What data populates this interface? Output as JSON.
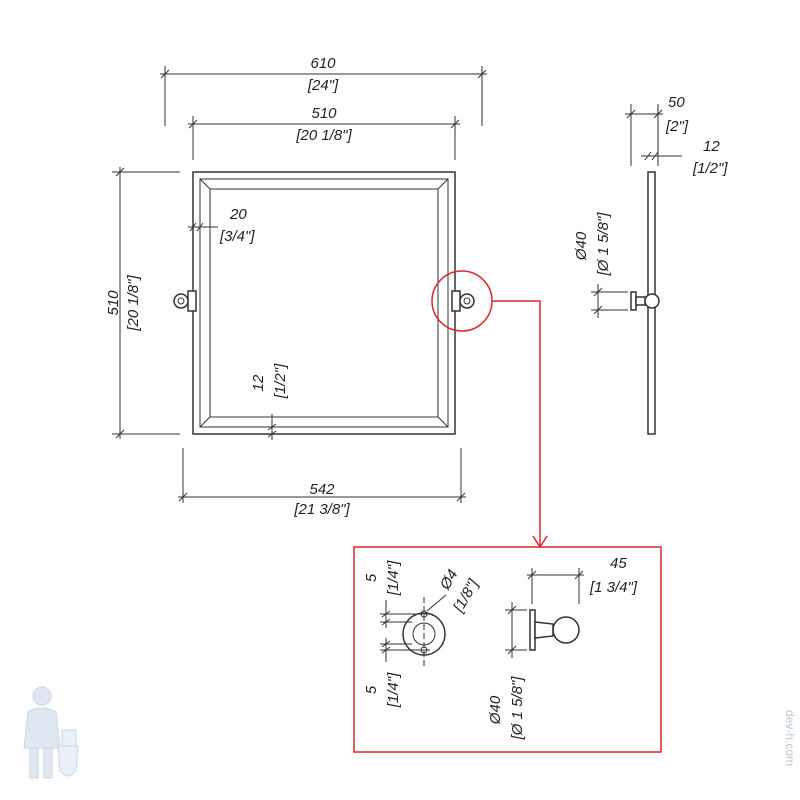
{
  "front_view": {
    "overall_width": {
      "mm": "610",
      "inch": "[24\"]"
    },
    "inner_width": {
      "mm": "510",
      "inch": "[20 1/8\"]"
    },
    "height": {
      "mm": "510",
      "inch": "[20 1/8\"]"
    },
    "frame_margin": {
      "mm": "20",
      "inch": "[3/4\"]"
    },
    "bottom_offset": {
      "mm": "12",
      "inch": "[1/2\"]"
    },
    "base_width": {
      "mm": "542",
      "inch": "[21 3/8\"]"
    }
  },
  "side_view": {
    "bracket_depth": {
      "mm": "50",
      "inch": "[2\"]"
    },
    "thickness": {
      "mm": "12",
      "inch": "[1/2\"]"
    },
    "knob_diameter": {
      "mm": "Ø40",
      "inch": "[Ø 1 5/8\"]"
    }
  },
  "detail_view": {
    "hole_top_offset": {
      "mm": "5",
      "inch": "[1/4\"]"
    },
    "hole_diameter": {
      "mm": "Ø4",
      "inch": "[1/8\"]"
    },
    "hole_bottom_offset": {
      "mm": "5",
      "inch": "[1/4\"]"
    },
    "bracket_depth": {
      "mm": "45",
      "inch": "[1 3/4\"]"
    },
    "plate_diameter": {
      "mm": "Ø40",
      "inch": "[Ø 1 5/8\"]"
    }
  },
  "colors": {
    "callout": "#d9262c",
    "line": "#333333",
    "watermark": "#b9c8da"
  },
  "watermark": {
    "text": "dev-h.com",
    "icon": "plumber-mascot-icon"
  }
}
